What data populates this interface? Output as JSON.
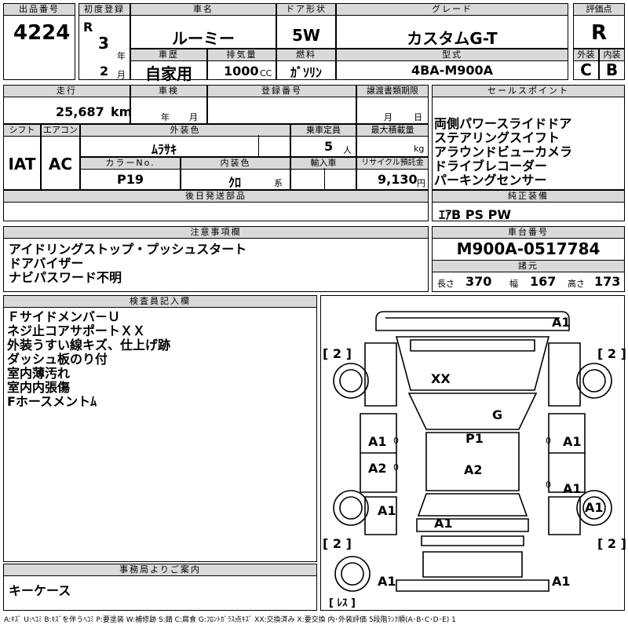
{
  "header": {
    "lot_label": "出品番号",
    "lot": "4224",
    "first_reg_label": "初度登録",
    "era": "R",
    "year_num": "3",
    "year_unit": "年",
    "month_num": "2",
    "month_unit": "月",
    "name_label": "車名",
    "name": "ルーミー",
    "history_label": "車歴",
    "history": "自家用",
    "displacement_label": "排気量",
    "displacement": "1000",
    "cc": "CC",
    "door_label": "ドア形状",
    "door": "5W",
    "fuel_label": "燃料",
    "fuel": "ｶﾞｿﾘﾝ",
    "grade_label": "グレード",
    "grade": "カスタムG-T",
    "model_label": "型式",
    "model": "4BA-M900A",
    "score_label": "評価点",
    "score": "R",
    "ext_label": "外装",
    "ext": "C",
    "int_label": "内装",
    "int": "B"
  },
  "row2": {
    "mileage_label": "走行",
    "mileage": "25,687",
    "km": "km",
    "inspection_label": "車検",
    "year_unit": "年",
    "month_unit": "月",
    "reg_label": "登録番号",
    "transfer_label": "譲渡書類期限",
    "month_unit2": "月",
    "day_unit": "日",
    "shift_label": "シフト",
    "shift": "IAT",
    "ac_label": "エアコン",
    "ac": "AC",
    "color_label": "外装色",
    "color": "ﾑﾗｻｷ",
    "capacity_label": "乗車定員",
    "capacity": "5",
    "person_unit": "人",
    "load_label": "最大積載量",
    "kg": "kg",
    "color_no_label": "カラーNo.",
    "color_no": "P19",
    "int_color_label": "内装色",
    "int_color": "ｸﾛ",
    "kei": "系",
    "import_label": "輸入車",
    "recycle_label": "リサイクル預託金",
    "recycle": "9,130",
    "yen": "円",
    "later_label": "後日発送部品"
  },
  "sales": {
    "label": "セールスポイント",
    "items": [
      "両側パワースライドドア",
      "ステアリングスイフト",
      "アラウンドビューカメラ",
      "ドライブレコーダー",
      "パーキングセンサー"
    ]
  },
  "equipment": {
    "label": "純正装備",
    "value": "ｴｱB PS PW"
  },
  "notes": {
    "label": "注意事項欄",
    "items": [
      "アイドリングストップ・プッシュスタート",
      "ドアバイザー",
      "ナビパスワード不明"
    ]
  },
  "chassis": {
    "label": "車台番号",
    "value": "M900A-0517784",
    "spec_label": "諸元",
    "len_label": "長さ",
    "len": "370",
    "wid_label": "幅",
    "wid": "167",
    "hgt_label": "高さ",
    "hgt": "173"
  },
  "inspector": {
    "label": "検査員記入欄",
    "items": [
      "Ｆサイドメンバ－Ｕ",
      "ネジ止コアサポートＸＸ",
      "外装うすい線キズ、仕上げ跡",
      "ダッシュ板のり付",
      "室内薄汚れ",
      "室内内張傷",
      "Fホースメントﾑ"
    ]
  },
  "office": {
    "label": "事務局よりご案内",
    "value": "キーケース"
  },
  "diagram": {
    "marks": [
      "A1",
      "XX",
      "G",
      "P1",
      "A1",
      "A1",
      "A2",
      "A2",
      "A1",
      "A1",
      "A1",
      "A1",
      "A1",
      "A1"
    ],
    "tires": [
      "[ 2 ]",
      "[ 2 ]",
      "[ 2 ]",
      "[ 2 ]"
    ],
    "spare": "[ ﾚｽ ]",
    "zeros": [
      "0",
      "0",
      "0",
      "0"
    ]
  },
  "footer": "A:ｷｽﾞ U:ﾍｺﾐ B:ｷｽﾞを伴うﾍｺﾐ P:要塗装 W:補修跡 S:錆 C:腐食 G:ﾌﾛﾝﾄｶﾞﾗｽ点ｷｽﾞ XX:交換済み X:要交換 内･外装評価 5段階ﾗﾝｸ順(A･B･C･D･E) 1"
}
